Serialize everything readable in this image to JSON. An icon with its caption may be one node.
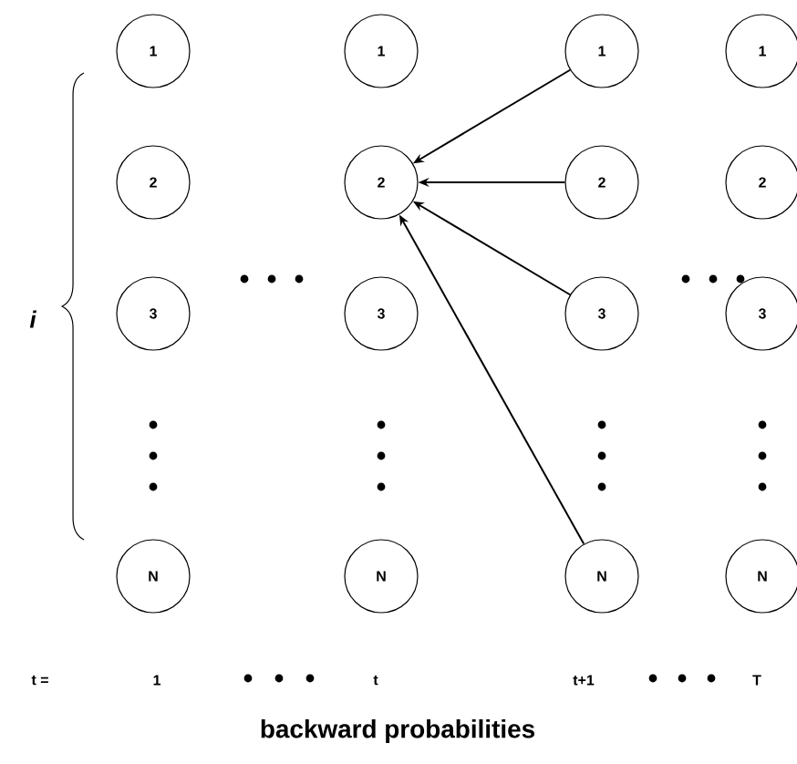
{
  "diagram": {
    "caption": "backward probabilities",
    "nodes": [
      {
        "text": [
          "1"
        ]
      },
      {
        "text": [
          "1"
        ]
      },
      {
        "text": [
          "1"
        ]
      },
      {
        "text": [
          "1"
        ]
      },
      {
        "text": [
          "2"
        ]
      },
      {
        "text": [
          "2"
        ]
      },
      {
        "text": [
          "2"
        ]
      },
      {
        "text": [
          "2"
        ]
      },
      {
        "text": [
          "3"
        ]
      },
      {
        "text": [
          "3"
        ]
      },
      {
        "text": [
          "3"
        ]
      },
      {
        "text": [
          "3"
        ]
      },
      {
        "text": [
          "N"
        ]
      },
      {
        "text": [
          "N"
        ]
      },
      {
        "text": [
          "N"
        ]
      },
      {
        "text": [
          "N"
        ]
      }
    ],
    "edges": [
      {
        "from": 2,
        "to": 5,
        "arrow": "to"
      },
      {
        "from": 6,
        "to": 5,
        "arrow": "to"
      },
      {
        "from": 10,
        "to": 5,
        "arrow": "to"
      },
      {
        "from": 14,
        "to": 5,
        "arrow": "to"
      }
    ],
    "labels": [
      "i",
      "t =",
      "1",
      "t",
      "t+1",
      "T"
    ]
  }
}
